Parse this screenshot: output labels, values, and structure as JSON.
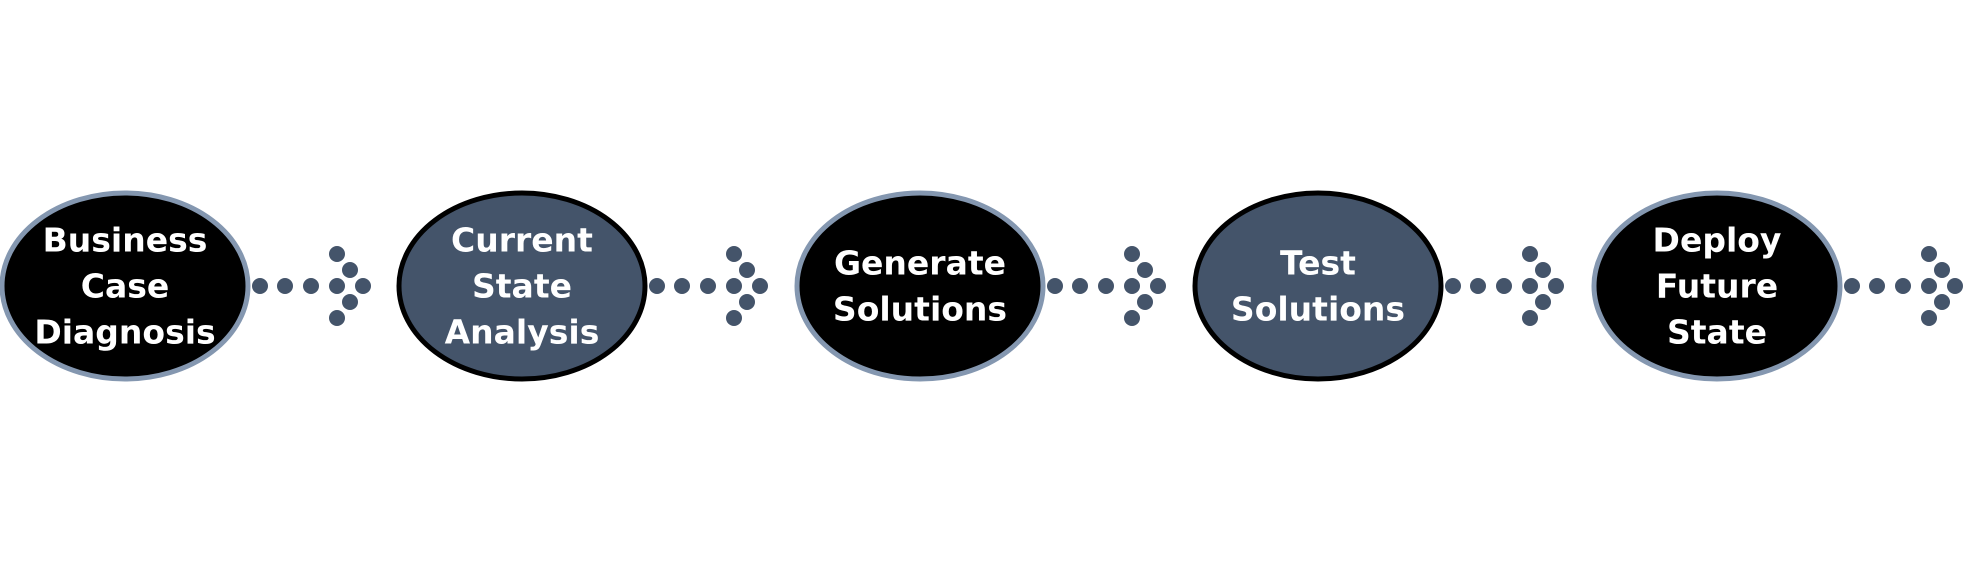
{
  "diagram": {
    "steps": [
      {
        "lines": [
          "Business",
          "Case",
          "Diagnosis"
        ],
        "fill": "#000000",
        "border": "#8497b0"
      },
      {
        "lines": [
          "Current",
          "State",
          "Analysis"
        ],
        "fill": "#44546a",
        "border": "#000000"
      },
      {
        "lines": [
          "Generate",
          "Solutions"
        ],
        "fill": "#000000",
        "border": "#8497b0"
      },
      {
        "lines": [
          "Test",
          "Solutions"
        ],
        "fill": "#44546a",
        "border": "#000000"
      },
      {
        "lines": [
          "Deploy",
          "Future",
          "State"
        ],
        "fill": "#000000",
        "border": "#8497b0"
      }
    ],
    "connector_color": "#44546a",
    "connector_icon": "dotted-arrow-icon"
  }
}
